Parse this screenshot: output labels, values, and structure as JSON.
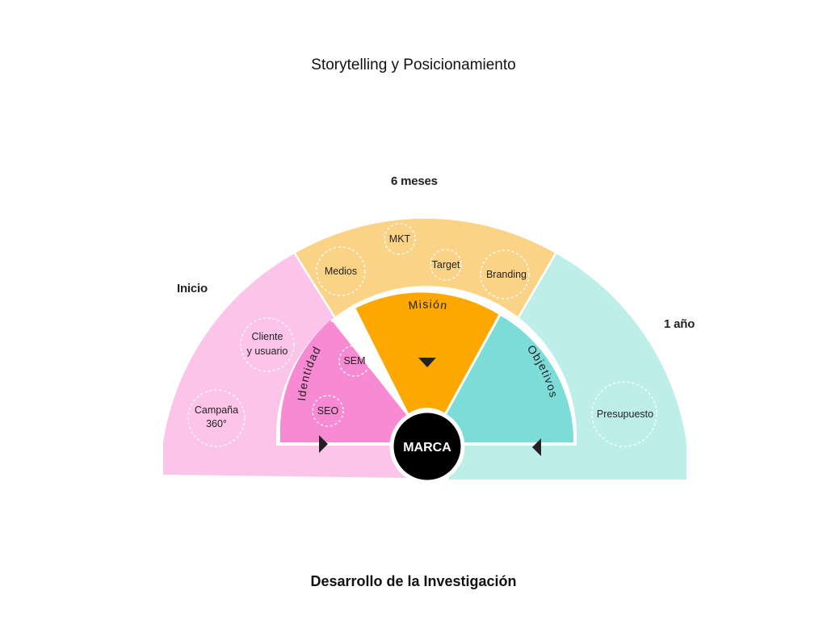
{
  "header": {
    "title": "Storytelling y Posicionamiento"
  },
  "footer": {
    "title": "Desarrollo de la Investigación"
  },
  "diagram": {
    "stage_labels": {
      "inicio": "Inicio",
      "seis_meses": "6 meses",
      "un_ano": "1 año"
    },
    "center": "MARCA",
    "inner": {
      "identidad": "Identidad",
      "mision": "Misión",
      "objetivos": "Objetivos"
    },
    "bubbles": {
      "mkt": "MKT",
      "medios": "Medios",
      "target": "Target",
      "branding": "Branding",
      "cliente_1": "Cliente",
      "cliente_2": "y usuario",
      "campana_1": "Campaña",
      "campana_2": "360°",
      "sem": "SEM",
      "seo": "SEO",
      "presupuesto": "Presupuesto"
    },
    "colors": {
      "pink_outer": "#fbc4e8",
      "yellow_outer": "#fbd387",
      "cyan_outer": "#bdeeea",
      "pink_inner": "#f78ad3",
      "orange_inner": "#fda800",
      "teal_inner": "#7cdcd8",
      "center": "#000000"
    }
  }
}
